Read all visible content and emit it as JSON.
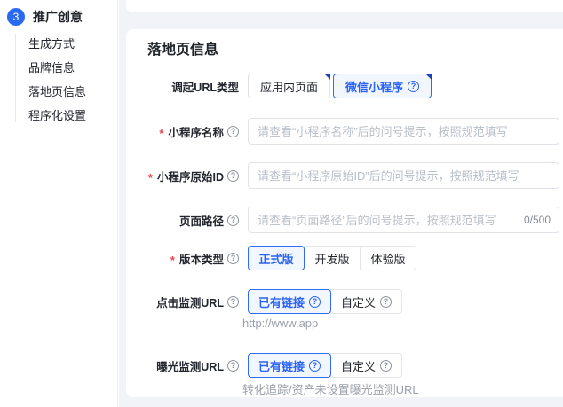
{
  "sidebar": {
    "step": {
      "number": "3",
      "label": "推广创意"
    },
    "items": [
      {
        "label": "生成方式"
      },
      {
        "label": "品牌信息"
      },
      {
        "label": "落地页信息"
      },
      {
        "label": "程序化设置"
      }
    ]
  },
  "card": {
    "title": "落地页信息",
    "required_mark": "*",
    "rows": {
      "url_type": {
        "label": "调起URL类型",
        "options": [
          {
            "label": "应用内页面",
            "selected": false
          },
          {
            "label": "微信小程序",
            "selected": true
          }
        ]
      },
      "mini_name": {
        "label": "小程序名称",
        "placeholder": "请查看“小程序名称”后的问号提示，按照规范填写",
        "value": ""
      },
      "mini_id": {
        "label": "小程序原始ID",
        "placeholder": "请查看“小程序原始ID”后的问号提示，按照规范填写",
        "value": ""
      },
      "page_path": {
        "label": "页面路径",
        "placeholder": "请查看“页面路径”后的问号提示，按照规范填写",
        "value": "",
        "counter": "0/500"
      },
      "version": {
        "label": "版本类型",
        "options": [
          {
            "label": "正式版",
            "selected": true
          },
          {
            "label": "开发版",
            "selected": false
          },
          {
            "label": "体验版",
            "selected": false
          }
        ]
      },
      "click_monitor": {
        "label": "点击监测URL",
        "options": [
          {
            "label": "已有链接",
            "selected": true
          },
          {
            "label": "自定义",
            "selected": false
          }
        ],
        "helper": "http://www.app"
      },
      "expo_monitor": {
        "label": "曝光监测URL",
        "options": [
          {
            "label": "已有链接",
            "selected": true
          },
          {
            "label": "自定义",
            "selected": false
          }
        ],
        "helper": "转化追踪/资产未设置曝光监测URL"
      }
    }
  },
  "colors": {
    "primary_blue": "#2e6bf6",
    "selected_bg": "#f2f7ff",
    "step_circle": "#2a6af3",
    "corner_badge": "#1f41b8",
    "required_red": "#e5484d",
    "page_bg": "#f1f3f8",
    "card_bg": "#ffffff"
  }
}
